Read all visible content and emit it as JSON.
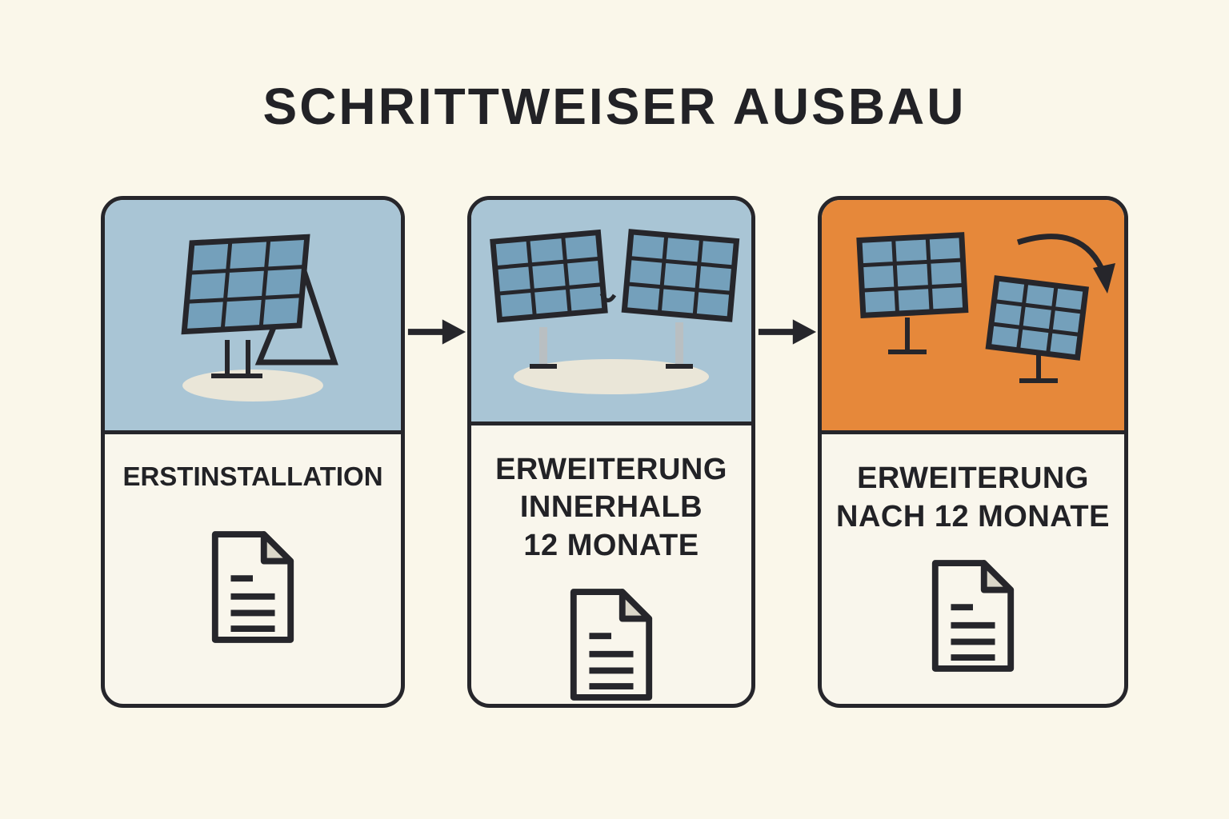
{
  "title": "SCHRITTWEISER AUSBAU",
  "colors": {
    "background": "#faf7ea",
    "card_body": "#f9f6ec",
    "header_blue": "#a9c5d5",
    "header_orange": "#e6883a",
    "outline": "#26262b",
    "panel_cell": "#74a0bb",
    "shadow": "#eae6d8",
    "fold": "#dbd7c9",
    "text": "#222226",
    "post": "#b9bfc2"
  },
  "steps": [
    {
      "label": "ERSTINSTALLATION",
      "icon": "single-solar-panel",
      "document_icon": "document",
      "header_color": "#a9c5d5"
    },
    {
      "label": "ERWEITERUNG\nINNERHALB\n12 MONATE",
      "icon": "two-solar-panels",
      "document_icon": "document",
      "header_color": "#a9c5d5"
    },
    {
      "label": "ERWEITERUNG\nNACH 12 MONATE",
      "icon": "solar-panel-expansion",
      "document_icon": "document",
      "header_color": "#e6883a"
    }
  ],
  "connectors": [
    {
      "icon": "arrow-right"
    },
    {
      "icon": "arrow-right"
    }
  ]
}
